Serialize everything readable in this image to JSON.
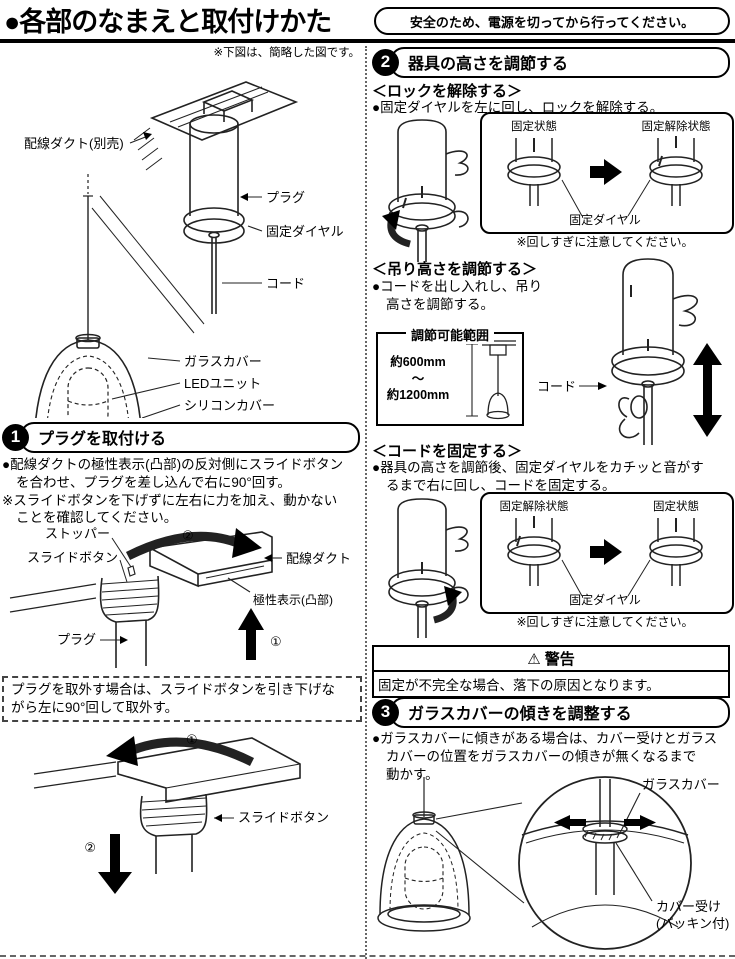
{
  "header": {
    "title": "●各部のなまえと取付けかた",
    "safety_note": "安全のため、電源を切ってから行ってください。"
  },
  "left": {
    "diagram_note": "※下図は、簡略した図です。",
    "parts": {
      "duct": "配線ダクト(別売)",
      "plug": "プラグ",
      "dial": "固定ダイヤル",
      "cord": "コード",
      "glass_cover": "ガラスカバー",
      "led_unit": "LEDユニット",
      "silicone_cover": "シリコンカバー"
    },
    "step1": {
      "number": "1",
      "title": "プラグを取付ける",
      "body_line1": "●配線ダクトの極性表示(凸部)の反対側にスライドボタン",
      "body_line2": "を合わせ、プラグを差し込んで右に90°回す。",
      "note_line1": "※スライドボタンを下げずに左右に力を加え、動かない",
      "note_line2": "ことを確認してください。",
      "labels": {
        "stopper": "ストッパー",
        "slide_button": "スライドボタン",
        "plug": "プラグ",
        "duct": "配線ダクト",
        "polarity": "極性表示(凸部)",
        "arrow_turn": "②",
        "arrow_push": "①"
      }
    },
    "removal": {
      "line1": "プラグを取外す場合は、スライドボタンを引き下げな",
      "line2": "がら左に90°回して取外す。",
      "labels": {
        "slide_button": "スライドボタン",
        "arrow_turn": "①",
        "arrow_pull": "②"
      }
    }
  },
  "right": {
    "step2": {
      "number": "2",
      "title": "器具の高さを調節する",
      "unlock": {
        "heading": "＜ロックを解除する＞",
        "body": "●固定ダイヤルを左に回し、ロックを解除する。",
        "box": {
          "left_state": "固定状態",
          "right_state": "固定解除状態",
          "dial_label": "固定ダイヤル",
          "note": "※回しすぎに注意してください。"
        }
      },
      "adjust": {
        "heading": "＜吊り高さを調節する＞",
        "body_line1": "●コードを出し入れし、吊り",
        "body_line2": "高さを調節する。",
        "range_box": {
          "title": "調節可能範囲",
          "min": "約600mm",
          "tilde": "～",
          "max": "約1200mm"
        },
        "cord_label": "コード"
      },
      "lock": {
        "heading": "＜コードを固定する＞",
        "body_line1": "●器具の高さを調節後、固定ダイヤルをカチッと音がす",
        "body_line2": "るまで右に回し、コードを固定する。",
        "box": {
          "left_state": "固定解除状態",
          "right_state": "固定状態",
          "dial_label": "固定ダイヤル",
          "note": "※回しすぎに注意してください。"
        }
      },
      "warning": {
        "title": "⚠ 警告",
        "body": "固定が不完全な場合、落下の原因となります。"
      }
    },
    "step3": {
      "number": "3",
      "title": "ガラスカバーの傾きを調整する",
      "body_line1": "●ガラスカバーに傾きがある場合は、カバー受けとガラス",
      "body_line2": "カバーの位置をガラスカバーの傾きが無くなるまで",
      "body_line3": "動かす。",
      "labels": {
        "glass_cover": "ガラスカバー",
        "cover_seat_line1": "カバー受け",
        "cover_seat_line2": "(パッキン付)"
      }
    }
  }
}
